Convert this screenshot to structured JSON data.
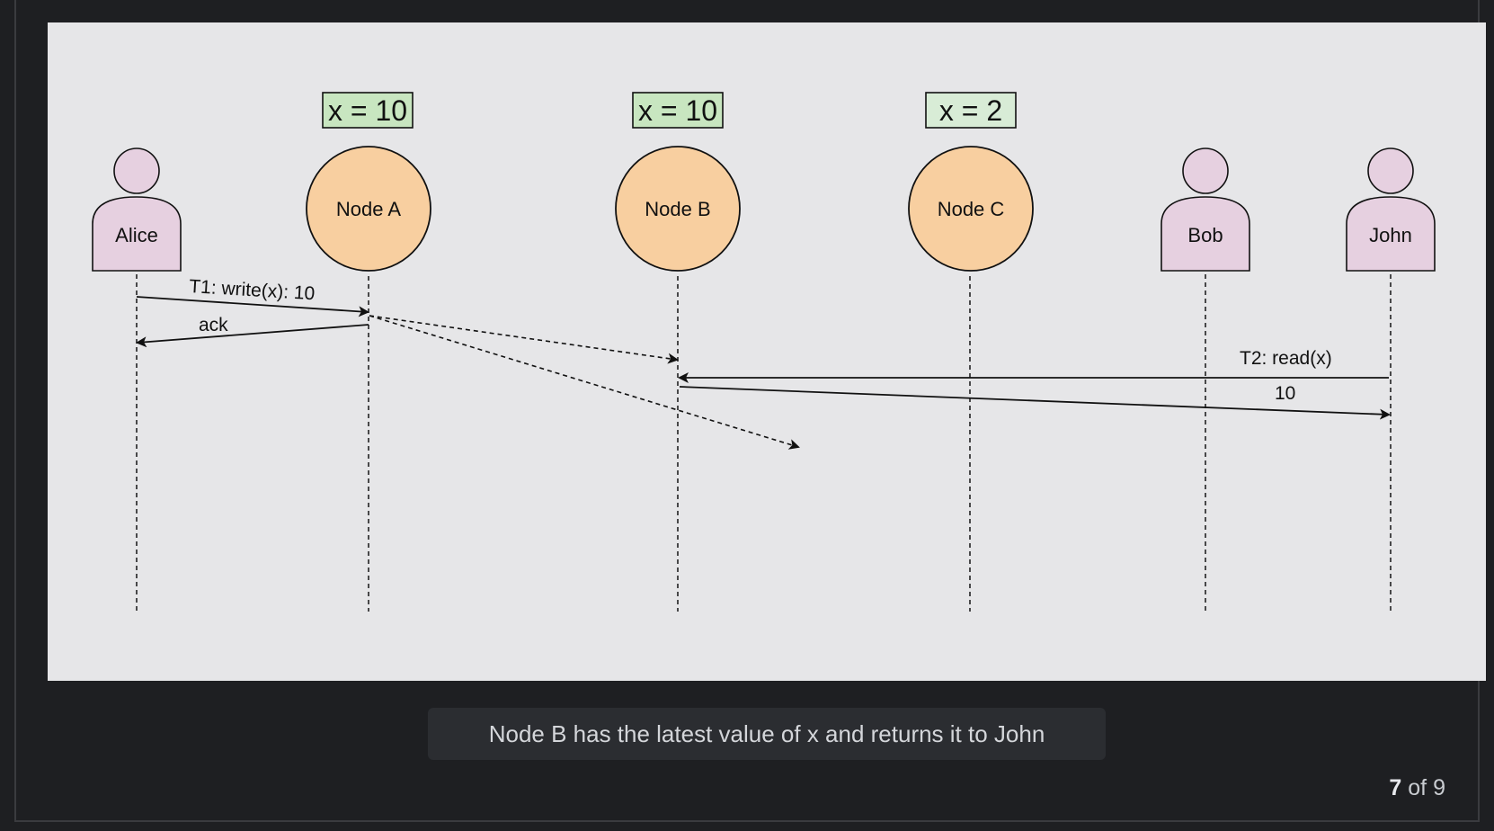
{
  "diagram": {
    "actors": [
      {
        "id": "alice",
        "label": "Alice"
      },
      {
        "id": "bob",
        "label": "Bob"
      },
      {
        "id": "john",
        "label": "John"
      }
    ],
    "nodes": [
      {
        "id": "node-a",
        "label": "Node A",
        "value_label": "x = 10"
      },
      {
        "id": "node-b",
        "label": "Node B",
        "value_label": "x = 10"
      },
      {
        "id": "node-c",
        "label": "Node C",
        "value_label": "x = 2"
      }
    ],
    "messages": [
      {
        "id": "t1-write",
        "label": "T1: write(x): 10"
      },
      {
        "id": "ack",
        "label": "ack"
      },
      {
        "id": "t2-read",
        "label": "T2: read(x)"
      },
      {
        "id": "read-response",
        "label": "10"
      }
    ],
    "colors": {
      "actor_fill": "#e6d0e0",
      "node_fill": "#f8cfa0",
      "value_box_updated": "#c8e6c0",
      "value_box_stale": "#d8ecd6",
      "canvas": "#e6e6e8"
    }
  },
  "caption": {
    "text": "Node B has the latest value of x and returns it to John"
  },
  "pager": {
    "current": "7",
    "separator": "of",
    "total": "9"
  }
}
